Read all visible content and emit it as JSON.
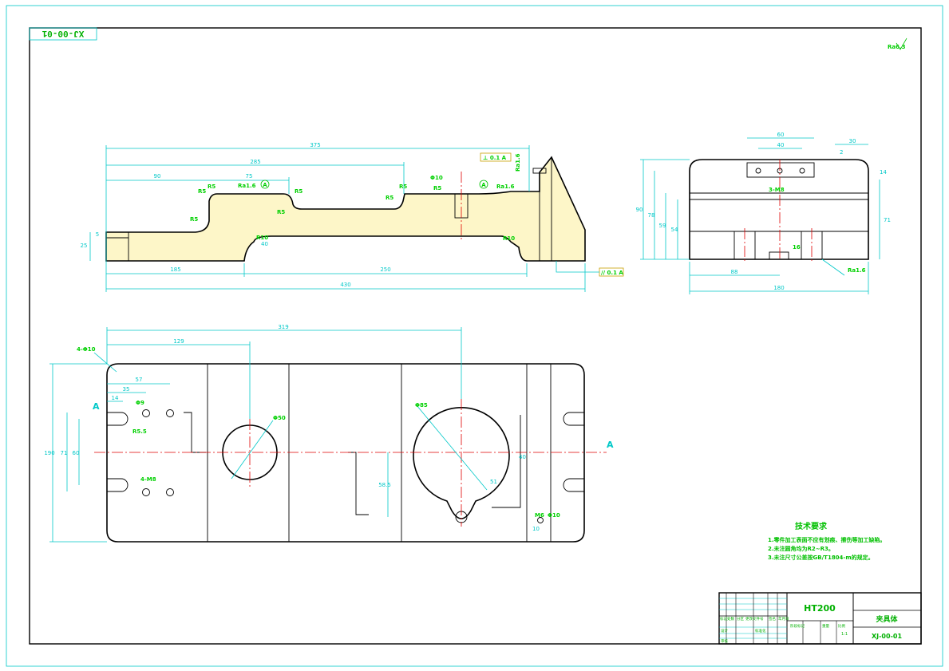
{
  "drawing": {
    "code_mirrored": "XJ-00-01",
    "roughness_mark": "Ra6.3",
    "material": "HT200",
    "part_name": "夹具体",
    "part_code": "XJ-00-01",
    "tech_title": "技术要求",
    "tech_notes": [
      "1.零件加工表面不应有划痕、擦伤等加工缺陷。",
      "2.未注圆角均为R2~R3。",
      "3.未注尺寸公差按GB/T1804-m的规定。"
    ],
    "title_block_row1": [
      "标记",
      "处数",
      "分区",
      "更改文件号",
      "签名",
      "年月日"
    ],
    "title_block_row2": [
      "设计",
      "审核",
      "标准化",
      "阶段标记",
      "重量",
      "比例"
    ],
    "scale": "1:1"
  },
  "front_view": {
    "dims": [
      "375",
      "285",
      "90",
      "75",
      "25",
      "5",
      "185",
      "250",
      "430",
      "40"
    ],
    "radius": [
      "R5",
      "R5",
      "R5",
      "R5",
      "R5",
      "R5",
      "R5",
      "R5",
      "R10",
      "R10"
    ],
    "roughness": [
      "Ra1.6",
      "Ra1.6",
      "Ra1.6"
    ],
    "hole": "Φ10",
    "datum": "A",
    "tol_perp": "⊥ 0.1 A",
    "tol_par": "// 0.1 A"
  },
  "side_view": {
    "dims": [
      "60",
      "40",
      "30",
      "2",
      "14",
      "90",
      "78",
      "59",
      "54",
      "71",
      "88",
      "180"
    ],
    "thread": "3-M8",
    "roughness": "Ra1.6",
    "small": "16"
  },
  "top_view": {
    "dims": [
      "319",
      "129",
      "57",
      "35",
      "14",
      "190",
      "71",
      "60",
      "58.5",
      "40",
      "51",
      "10"
    ],
    "holes": [
      "4-Φ10",
      "Φ9",
      "4-M8",
      "R5.5",
      "Φ50",
      "Φ85",
      "M6",
      "Φ10"
    ],
    "section_mark": "A"
  }
}
